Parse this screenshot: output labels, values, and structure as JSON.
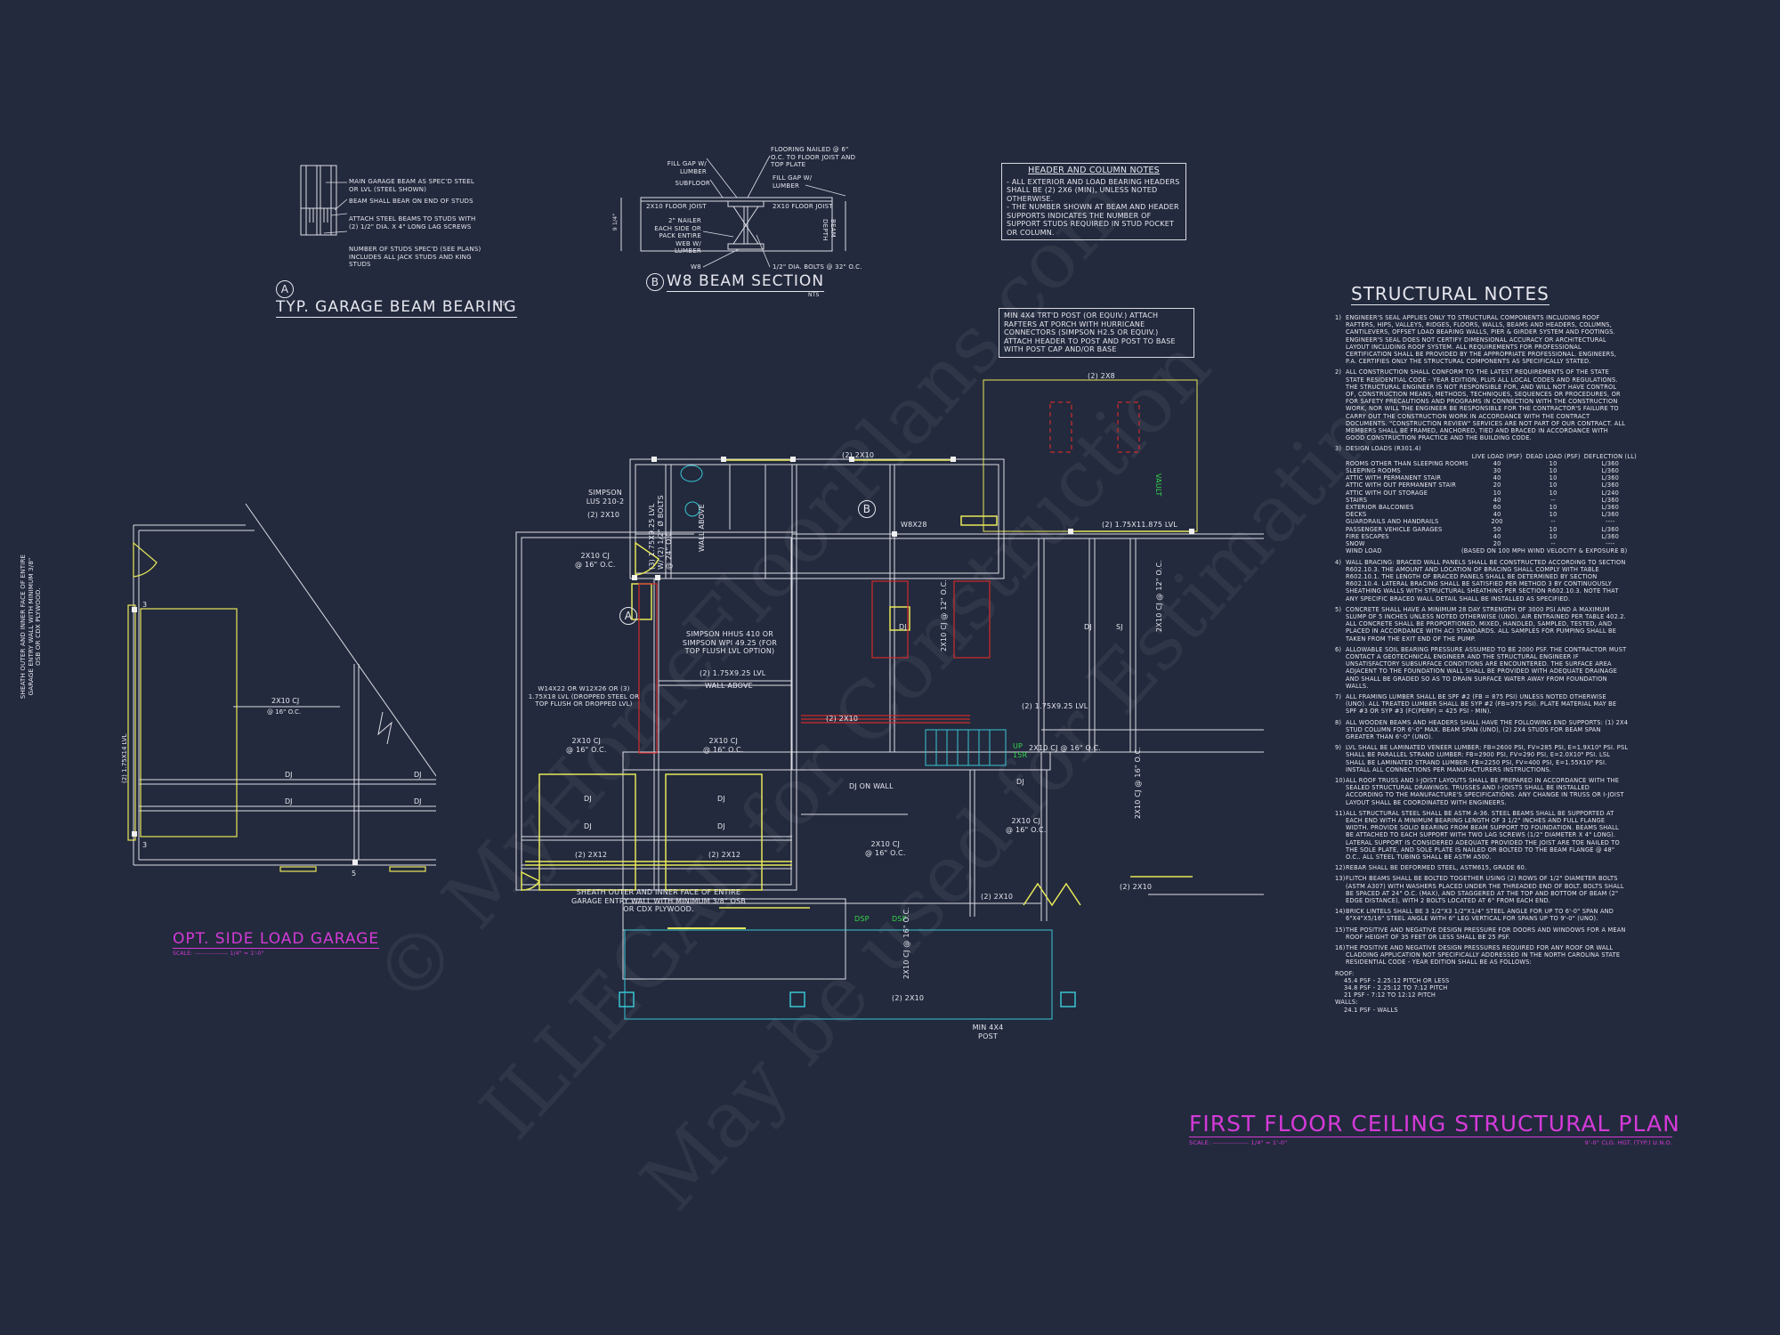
{
  "sheet": {
    "background": "#232a3d",
    "colors": {
      "linework": "#dcdce4",
      "beams": "#e8e85a",
      "headers_red": "#d02b2b",
      "stairs_cyan": "#37c6d4",
      "notes_green": "#35d84a",
      "titles_magenta": "#d43ad8"
    }
  },
  "watermark": {
    "lines": [
      "© MyHomeFloorPlans.com",
      "ILLEGAL for Construction",
      "May be used for Estimating"
    ]
  },
  "detail_a": {
    "bubble": "A",
    "title": "TYP. GARAGE BEAM BEARING",
    "scale": "NTS",
    "callouts": [
      "MAIN GARAGE BEAM AS SPEC'D STEEL OR LVL (STEEL SHOWN)",
      "BEAM SHALL BEAR ON END OF STUDS",
      "ATTACH STEEL BEAMS TO STUDS WITH (2) 1/2\" DIA. x 4\" LONG LAG SCREWS",
      "NUMBER OF STUDS SPEC'D (SEE PLANS) INCLUDES ALL JACK STUDS AND KING STUDS"
    ]
  },
  "detail_b": {
    "bubble": "B",
    "title": "W8 BEAM SECTION",
    "scale": "NTS",
    "callouts": {
      "flooring": "FLOORING NAILED @ 6\" O.C. TO FLOOR JOIST AND TOP PLATE",
      "fill_gap_left": "FILL GAP w/ LUMBER",
      "fill_gap_right": "FILL GAP w/ LUMBER",
      "subfloor": "SUBFLOOR",
      "joist_left": "2x10 FLOOR JOIST",
      "joist_right": "2x10 FLOOR JOIST",
      "nailer": "2\" NAILER EACH SIDE OR PACK ENTIRE WEB w/ LUMBER",
      "w8": "W8",
      "bolts": "1/2\" DIA. BOLTS @ 32\" O.C.",
      "beam_depth": "BEAM DEPTH",
      "dim_left": "9 1/4\""
    }
  },
  "header_column_notes": {
    "title": "HEADER AND COLUMN NOTES",
    "lines": [
      "- ALL EXTERIOR AND LOAD BEARING HEADERS SHALL BE (2) 2x6 (MIN), UNLESS NOTED OTHERWISE.",
      "- THE NUMBER SHOWN AT BEAM AND HEADER SUPPORTS INDICATES THE NUMBER OF SUPPORT STUDS REQUIRED IN STUD POCKET OR COLUMN."
    ]
  },
  "porch_post_note": "MIN 4x4 TRT'D POST (OR EQUIV.) ATTACH RAFTERS AT PORCH WITH HURRICANE CONNECTORS (SIMPSON H2.5 OR EQUIV.) ATTACH HEADER TO POST AND POST TO BASE WITH POST CAP AND/OR BASE",
  "structural_notes": {
    "title": "STRUCTURAL NOTES",
    "items": [
      {
        "num": "1)",
        "text": "ENGINEER'S SEAL APPLIES ONLY TO STRUCTURAL COMPONENTS INCLUDING ROOF RAFTERS, HIPS, VALLEYS, RIDGES, FLOORS, WALLS, BEAMS AND HEADERS, COLUMNS, CANTILEVERS, OFFSET LOAD BEARING WALLS, PIER & GIRDER SYSTEM AND FOOTINGS. ENGINEER'S SEAL DOES NOT CERTIFY DIMENSIONAL ACCURACY OR ARCHITECTURAL LAYOUT INCLUDING ROOF SYSTEM. ALL REQUIREMENTS FOR PROFESSIONAL CERTIFICATION SHALL BE PROVIDED BY THE APPROPRIATE PROFESSIONAL. ENGINEERS, P.A. CERTIFIES ONLY THE STRUCTURAL COMPONENTS AS SPECIFICALLY STATED."
      },
      {
        "num": "2)",
        "text": "ALL CONSTRUCTION SHALL CONFORM TO THE LATEST REQUIREMENTS OF THE STATE STATE RESIDENTIAL CODE - YEAR EDITION, PLUS ALL LOCAL CODES AND REGULATIONS. THE STRUCTURAL ENGINEER IS NOT RESPONSIBLE FOR, AND WILL NOT HAVE CONTROL OF, CONSTRUCTION MEANS, METHODS, TECHNIQUES, SEQUENCES OR PROCEDURES, OR FOR SAFETY PRECAUTIONS AND PROGRAMS IN CONNECTION WITH THE CONSTRUCTION WORK, NOR WILL THE ENGINEER BE RESPONSIBLE FOR THE CONTRACTOR'S FAILURE TO CARRY OUT THE CONSTRUCTION WORK IN ACCORDANCE WITH THE CONTRACT DOCUMENTS. \"CONSTRUCTION REVIEW\" SERVICES ARE NOT PART OF OUR CONTRACT. ALL MEMBERS SHALL BE FRAMED, ANCHORED, TIED AND BRACED IN ACCORDANCE WITH GOOD CONSTRUCTION PRACTICE AND THE BUILDING CODE."
      },
      {
        "num": "3)",
        "text": "DESIGN LOADS (R301.4)"
      }
    ],
    "loads_table": {
      "headers": [
        "",
        "LIVE LOAD (PSF)",
        "DEAD LOAD (PSF)",
        "DEFLECTION (LL)"
      ],
      "rows": [
        [
          "ROOMS OTHER THAN SLEEPING ROOMS",
          "40",
          "10",
          "L/360"
        ],
        [
          "SLEEPING ROOMS",
          "30",
          "10",
          "L/360"
        ],
        [
          "ATTIC WITH PERMANENT STAIR",
          "40",
          "10",
          "L/360"
        ],
        [
          "ATTIC WITH OUT PERMANENT STAIR",
          "20",
          "10",
          "L/360"
        ],
        [
          "ATTIC WITH OUT STORAGE",
          "10",
          "10",
          "L/240"
        ],
        [
          "STAIRS",
          "40",
          "--",
          "L/360"
        ],
        [
          "EXTERIOR BALCONIES",
          "60",
          "10",
          "L/360"
        ],
        [
          "DECKS",
          "40",
          "10",
          "L/360"
        ],
        [
          "GUARDRAILS AND HANDRAILS",
          "200",
          "--",
          "----"
        ],
        [
          "PASSENGER VEHICLE GARAGES",
          "50",
          "10",
          "L/360"
        ],
        [
          "FIRE ESCAPES",
          "40",
          "10",
          "L/360"
        ],
        [
          "SNOW",
          "20",
          "--",
          "----"
        ]
      ],
      "wind_label": "WIND LOAD",
      "wind_value": "(BASED ON 100 MPH WIND VELOCITY & EXPOSURE B)"
    },
    "items_after": [
      {
        "num": "4)",
        "text": "WALL BRACING: BRACED WALL PANELS SHALL BE CONSTRUCTED ACCORDING TO SECTION R602.10.3. THE AMOUNT AND LOCATION OF BRACING SHALL COMPLY WITH TABLE R602.10.1. THE LENGTH OF BRACED PANELS SHALL BE DETERMINED BY SECTION R602.10.4. LATERAL BRACING SHALL BE SATISFIED PER METHOD 3 BY CONTINUOUSLY SHEATHING WALLS WITH STRUCTURAL SHEATHING PER SECTION R602.10.3. NOTE THAT ANY SPECIFIC BRACED WALL DETAIL SHALL BE INSTALLED AS SPECIFIED."
      },
      {
        "num": "5)",
        "text": "CONCRETE SHALL HAVE A MINIMUM 28 DAY STRENGTH OF 3000 PSI AND A MAXIMUM SLUMP OF 5 INCHES UNLESS NOTED OTHERWISE (UNO). AIR ENTRAINED PER TABLE 402.2. ALL CONCRETE SHALL BE PROPORTIONED, MIXED, HANDLED, SAMPLED, TESTED, AND PLACED IN ACCORDANCE WITH ACI STANDARDS. ALL SAMPLES FOR PUMPING SHALL BE TAKEN FROM THE EXIT END OF THE PUMP."
      },
      {
        "num": "6)",
        "text": "ALLOWABLE SOIL BEARING PRESSURE ASSUMED TO BE 2000 PSF. THE CONTRACTOR MUST CONTACT A GEOTECHNICAL ENGINEER AND THE STRUCTURAL ENGINEER IF UNSATISFACTORY SUBSURFACE CONDITIONS ARE ENCOUNTERED. THE SURFACE AREA ADJACENT TO THE FOUNDATION WALL SHALL BE PROVIDED WITH ADEQUATE DRAINAGE AND SHALL BE GRADED SO AS TO DRAIN SURFACE WATER AWAY FROM FOUNDATION WALLS."
      },
      {
        "num": "7)",
        "text": "ALL FRAMING LUMBER SHALL BE SPF #2 (Fb = 875 PSI) UNLESS NOTED OTHERWISE (UNO). ALL TREATED LUMBER SHALL BE SYP #2 (Fb=975 PSI). PLATE MATERIAL MAY BE SPF #3 OR SYP #3 (Fc(perp) = 425 PSI - MIN)."
      },
      {
        "num": "8)",
        "text": "ALL WOODEN BEAMS AND HEADERS SHALL HAVE THE FOLLOWING END SUPPORTS: (1) 2x4 STUD COLUMN FOR 6'-0\" MAX. BEAM SPAN (UNO), (2) 2X4 STUDS FOR BEAM SPAN GREATER THAN 6'-0\" (UNO)."
      },
      {
        "num": "9)",
        "text": "LVL SHALL BE LAMINATED VENEER LUMBER: Fb=2600 PSI, Fv=285 PSI, E=1.9x10⁶ PSI. PSL SHALL BE PARALLEL STRAND LUMBER: Fb=2900 PSI, Fv=290 PSI, E=2.0x10⁶ PSI. LSL SHALL BE LAMINATED STRAND LUMBER: Fb=2250 PSI, Fv=400 PSI, E=1.55x10⁶ PSI. INSTALL ALL CONNECTIONS PER MANUFACTURERS INSTRUCTIONS."
      },
      {
        "num": "10)",
        "text": "ALL ROOF TRUSS AND I-JOIST LAYOUTS SHALL BE PREPARED IN ACCORDANCE WITH THE SEALED STRUCTURAL DRAWINGS. TRUSSES AND I-JOISTS SHALL BE INSTALLED ACCORDING TO THE MANUFACTURE'S SPECIFICATIONS. ANY CHANGE IN TRUSS OR I-JOIST LAYOUT SHALL BE COORDINATED WITH ENGINEERS."
      },
      {
        "num": "11)",
        "text": "ALL STRUCTURAL STEEL SHALL BE ASTM A-36. STEEL BEAMS SHALL BE SUPPORTED AT EACH END WITH A MINIMUM BEARING LENGTH OF 3 1/2\" INCHES AND FULL FLANGE WIDTH. PROVIDE SOLID BEARING FROM BEAM SUPPORT TO FOUNDATION. BEAMS SHALL BE ATTACHED TO EACH SUPPORT WITH TWO LAG SCREWS (1/2\" DIAMETER x 4\" LONG). LATERAL SUPPORT IS CONSIDERED ADEQUATE PROVIDED THE JOIST ARE TOE NAILED TO THE SOLE PLATE, AND SOLE PLATE IS NAILED OR BOLTED TO THE BEAM FLANGE @ 48\" O.C.. ALL STEEL TUBING SHALL BE ASTM A500."
      },
      {
        "num": "12)",
        "text": "REBAR SHALL BE DEFORMED STEEL, ASTM615, GRADE 60."
      },
      {
        "num": "13)",
        "text": "FLITCH BEAMS SHALL BE BOLTED TOGETHER USING (2) ROWS OF 1/2\" DIAMETER BOLTS (ASTM A307) WITH WASHERS PLACED UNDER THE THREADED END OF BOLT. BOLTS SHALL BE SPACED AT 24\" O.C. (MAX), AND STAGGERED AT THE TOP AND BOTTOM OF BEAM (2\" EDGE DISTANCE), WITH 2 BOLTS LOCATED AT 6\" FROM EACH END."
      },
      {
        "num": "14)",
        "text": "BRICK LINTELS SHALL BE 3 1/2\"x3 1/2\"x1/4\" STEEL ANGLE FOR UP TO 6'-0\" SPAN AND 6\"x4\"x5/16\" STEEL ANGLE WITH 6\" LEG VERTICAL FOR SPANS UP TO 9'-0\" (UNO)."
      },
      {
        "num": "15)",
        "text": "THE POSITIVE AND NEGATIVE DESIGN PRESSURE FOR DOORS AND WINDOWS FOR A MEAN ROOF HEIGHT OF 35 FEET OR LESS SHALL BE 25 PSF."
      },
      {
        "num": "16)",
        "text": "THE POSITIVE AND NEGATIVE DESIGN PRESSURES REQUIRED FOR ANY ROOF OR WALL CLADDING APPLICATION NOT SPECIFICALLY ADDRESSED IN THE NORTH CAROLINA STATE RESIDENTIAL CODE - YEAR EDITION SHALL BE AS FOLLOWS:"
      }
    ],
    "pressures": {
      "roof_label": "ROOF:",
      "roof": [
        "45.4 PSF - 2.25:12 PITCH OR LESS",
        "34.8 PSF - 2.25:12 TO 7:12 PITCH",
        "21 PSF - 7:12 TO 12:12 PITCH"
      ],
      "walls_label": "WALLS:",
      "walls": [
        "24.1 PSF - WALLS"
      ]
    }
  },
  "side_garage": {
    "title": "OPT. SIDE LOAD GARAGE",
    "scale_label": "SCALE:",
    "scale_value": "1/4\" = 1'-0\"",
    "sheath_note": "SHEATH OUTER AND INNER FACE OF ENTIRE GARAGE ENTRY WALL WITH MINIMUM 3/8\" OSB OR CDX PLYWOOD.",
    "beam": "(2) 1.75x14 LVL",
    "cj": "2x10 CJ",
    "cj_oc": "@ 16\" O.C.",
    "dj": "DJ",
    "posts": [
      "3",
      "3",
      "5"
    ]
  },
  "main_plan": {
    "title": "FIRST FLOOR CEILING STRUCTURAL PLAN",
    "scale_label": "SCALE:",
    "scale_value": "1/4\" = 1'-0\"",
    "ceiling_note": "9'-0\" CLG. HGT. (TYP.) U.N.O.",
    "labels": {
      "simpson_lus": "SIMPSON LUS 210-2",
      "two_2x10": "(2) 2x10",
      "lvl_bolts": "(3) 1.75x9.25 LVL w/ (2) 1/2\" Ø BOLTS @ 24\" O.C.",
      "wall_above": "WALL ABOVE",
      "cj": "2x10 CJ",
      "oc16": "@ 16\" O.C.",
      "oc12": "@ 12\" O.C.",
      "simpson_hhus": "SIMPSON HHUS 410 OR SIMPSON WPI 49.25 (FOR TOP FLUSH LVL OPTION)",
      "lvl_925": "(2) 1.75x9.25 LVL",
      "steel_beam": "W14x22 OR W12x26 OR (3) 1.75x18 LVL (DROPPED STEEL OR TOP FLUSH OR DROPPED LVL)",
      "dj": "DJ",
      "sj": "SJ",
      "two_2x12": "(2) 2x12",
      "garage_sheath": "SHEATH OUTER AND INNER FACE OF ENTIRE GARAGE ENTRY WALL WITH MINIMUM 3/8\" OSB OR CDX PLYWOOD.",
      "w8x28": "W8x28",
      "two_2x8": "(2) 2x8",
      "lvl_11875": "(2) 1.75x11.875 LVL",
      "vault": "VAULT",
      "dj_on_wall": "DJ ON WALL",
      "up": "UP",
      "risers": "15R",
      "dsp": "DSP",
      "min_post": "MIN 4x4 POST",
      "bubble_a": "A",
      "bubble_b": "B"
    }
  }
}
